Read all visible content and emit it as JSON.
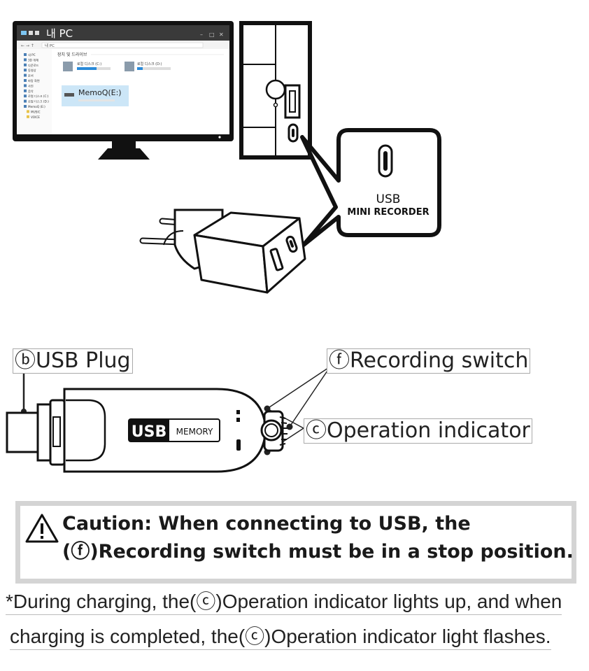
{
  "pc": {
    "window_title": "내 PC",
    "address": "내 PC",
    "section_header": "장치 및 드라이브",
    "drives": [
      "로컬 디스크 (C:)",
      "로컬 디스크 (D:)"
    ],
    "device_label": "MemoQ(E:)",
    "sidebar_items": [
      "내 PC",
      "3D 개체",
      "다운로드",
      "동영상",
      "문서",
      "바탕 화면",
      "사진",
      "음악",
      "로컬 디스크 (C:)",
      "로컬 디스크 (D:)",
      "MemoQ (E:)",
      "MUSIC",
      "VOICE"
    ]
  },
  "callout": {
    "line1": "USB",
    "line2": "MINI RECORDER"
  },
  "device": {
    "logo_usb": "USB",
    "logo_memory": "MEMORY",
    "label_plug": "ⓑUSB Plug",
    "label_switch": "ⓕRecording switch",
    "label_indicator": "ⓒOperation indicator"
  },
  "caution": {
    "line1": "Caution: When connecting to USB, the",
    "line2": "(ⓕ)Recording switch must be in a stop position."
  },
  "note": {
    "line1": "*During charging, the(ⓒ)Operation indicator lights up, and when",
    "line2": "charging is completed, the(ⓒ)Operation indicator light flashes."
  }
}
